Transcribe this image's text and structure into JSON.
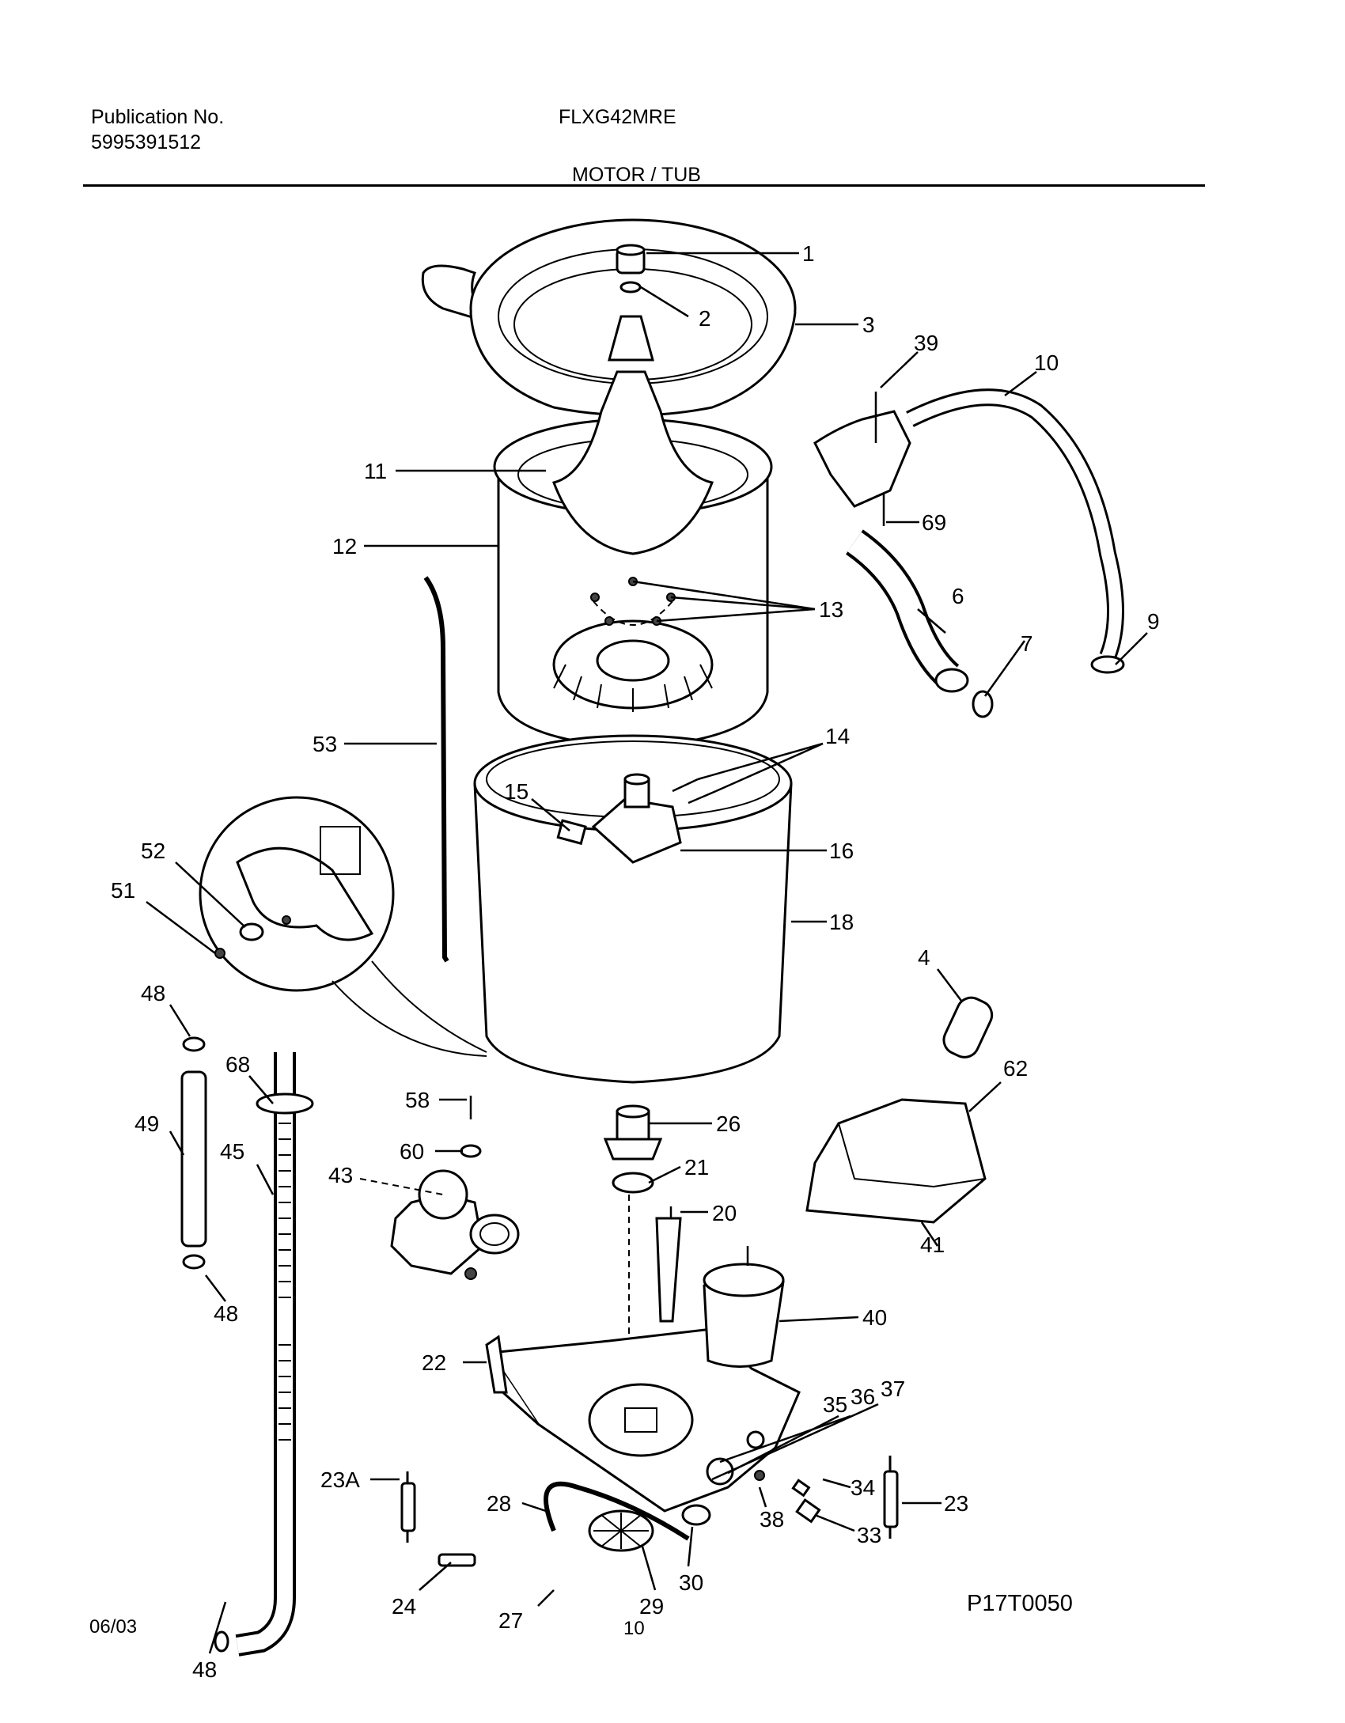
{
  "header": {
    "publication_label": "Publication No.",
    "publication_number": "5995391512",
    "model": "FLXG42MRE",
    "section_title": "MOTOR / TUB"
  },
  "footer": {
    "date": "06/03",
    "page_number": "10",
    "figure_code": "P17T0050"
  },
  "callouts": {
    "c1": "1",
    "c2": "2",
    "c3": "3",
    "c4": "4",
    "c6": "6",
    "c7": "7",
    "c9": "9",
    "c10": "10",
    "c11": "11",
    "c12": "12",
    "c13": "13",
    "c14": "14",
    "c15": "15",
    "c16": "16",
    "c18": "18",
    "c20": "20",
    "c21": "21",
    "c22": "22",
    "c23": "23",
    "c23a": "23A",
    "c24": "24",
    "c26": "26",
    "c27": "27",
    "c28": "28",
    "c29": "29",
    "c30": "30",
    "c33": "33",
    "c34": "34",
    "c35": "35",
    "c36": "36",
    "c37": "37",
    "c38": "38",
    "c39": "39",
    "c40": "40",
    "c41": "41",
    "c43": "43",
    "c45": "45",
    "c48a": "48",
    "c48b": "48",
    "c48c": "48",
    "c49": "49",
    "c51": "51",
    "c52": "52",
    "c53": "53",
    "c58": "58",
    "c60": "60",
    "c62": "62",
    "c68": "68",
    "c69": "69"
  }
}
